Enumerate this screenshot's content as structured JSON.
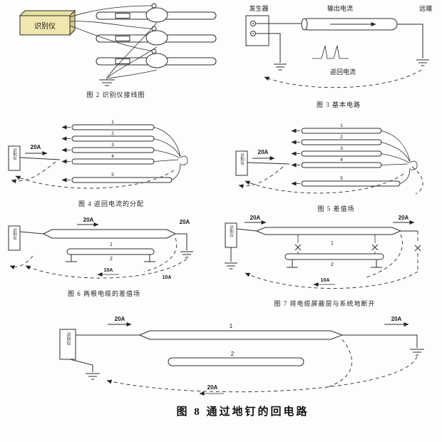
{
  "fig2": {
    "device_label": "识别仪",
    "caption": "图 2    识别仪接线图"
  },
  "fig3": {
    "generator_label": "发生器",
    "output_current_label": "输出电流",
    "far_end_label": "远端",
    "return_current_label": "返回电流",
    "caption": "图 3   基本电路"
  },
  "fig4": {
    "device_label": "识别仪",
    "current_label": "20A",
    "cable_numbers": [
      "1",
      "2",
      "3",
      "4",
      "5"
    ],
    "caption": "图 4   返回电流的分配"
  },
  "fig5": {
    "device_label": "识别仪",
    "current_label": "20A",
    "cable_numbers": [
      "1",
      "2",
      "3",
      "4",
      "5"
    ],
    "caption": "图 5    差值场"
  },
  "fig6": {
    "device_label": "识别仪",
    "current_label_top": "20A",
    "current_label_right": "20A",
    "return_label_mid": "10A",
    "return_label_bottom": "10A",
    "cable_numbers": [
      "1",
      "2"
    ],
    "caption": "图 6   两根电缆的差值场"
  },
  "fig7": {
    "device_label": "识别仪",
    "current_label_left": "20A",
    "current_label_right": "20A",
    "return_label": "10A",
    "cable_numbers": [
      "1",
      "2"
    ],
    "caption": "图 7  将电缆屏蔽层与系统地断开"
  },
  "fig8": {
    "device_label": "识别仪",
    "current_label_left": "20A",
    "current_label_right": "20A",
    "return_label": "20A",
    "cable_numbers": [
      "1",
      "2"
    ],
    "caption": "图 8    通过地钉的回电路"
  }
}
